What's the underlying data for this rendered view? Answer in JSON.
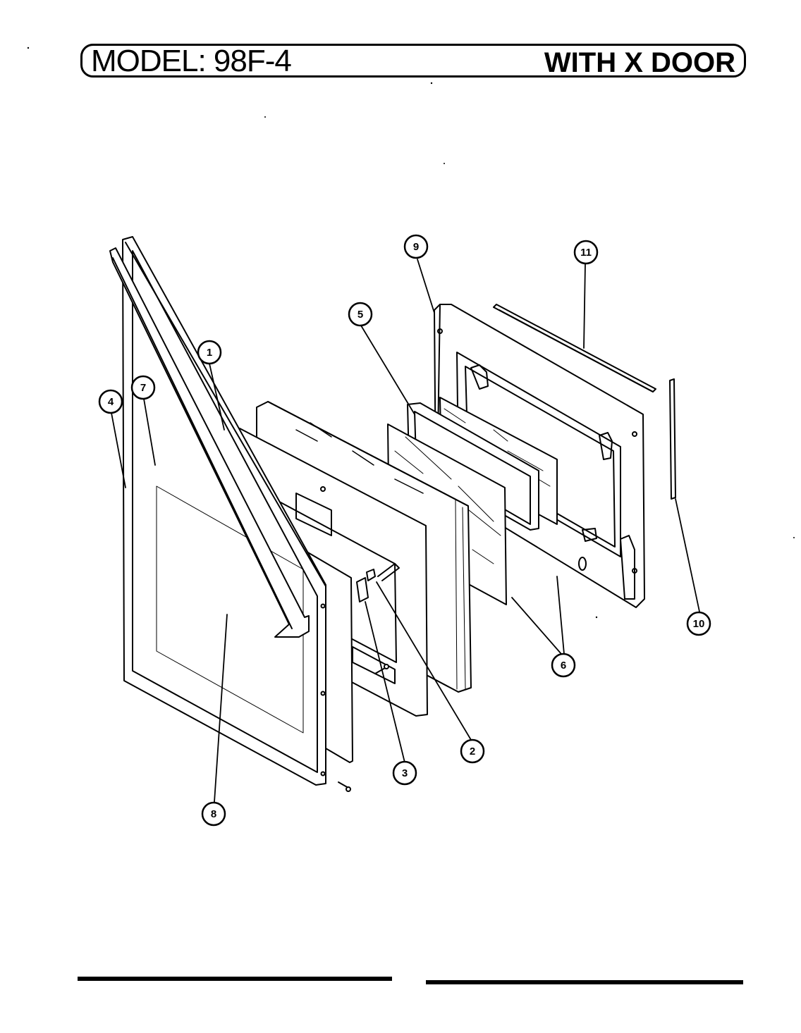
{
  "header": {
    "model": "MODEL: 98F-4",
    "variant": "WITH X DOOR"
  },
  "callouts": [
    {
      "id": "callout-1",
      "label": "1"
    },
    {
      "id": "callout-2",
      "label": "2"
    },
    {
      "id": "callout-3",
      "label": "3"
    },
    {
      "id": "callout-4",
      "label": "4"
    },
    {
      "id": "callout-5",
      "label": "5"
    },
    {
      "id": "callout-6",
      "label": "6"
    },
    {
      "id": "callout-7",
      "label": "7"
    },
    {
      "id": "callout-8",
      "label": "8"
    },
    {
      "id": "callout-9",
      "label": "9"
    },
    {
      "id": "callout-10",
      "label": "10"
    },
    {
      "id": "callout-11",
      "label": "11"
    }
  ]
}
